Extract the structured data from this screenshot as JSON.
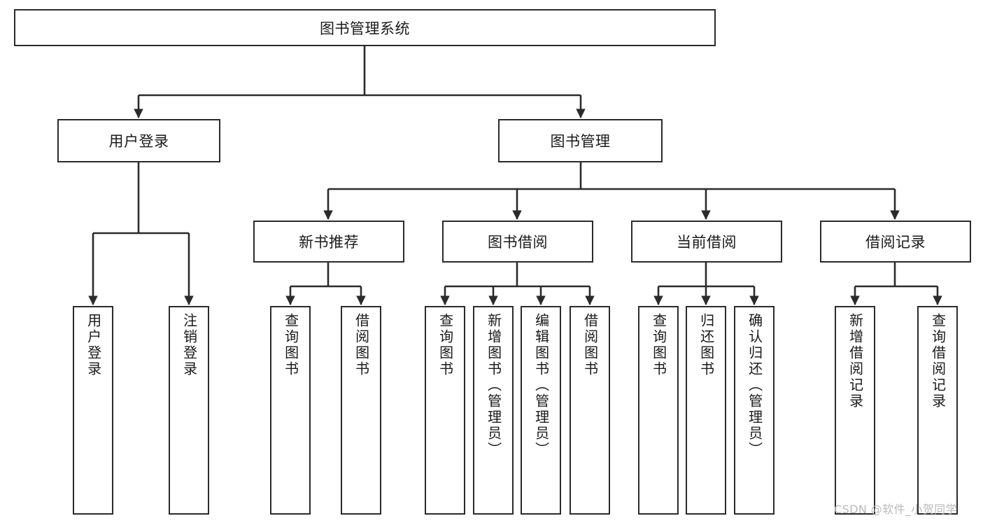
{
  "diagram": {
    "title": "图书管理系统",
    "type": "tree",
    "orientation": "top-down",
    "colors": {
      "box_border": "#2b2b2b",
      "box_fill": "#ffffff",
      "connector": "#2b2b2b",
      "text": "#1a1a1a",
      "watermark": "#b9b9b9",
      "background": "#ffffff"
    }
  },
  "root": {
    "label": "图书管理系统"
  },
  "level2": [
    {
      "label": "用户登录"
    },
    {
      "label": "图书管理"
    }
  ],
  "level3": [
    {
      "label": "新书推荐"
    },
    {
      "label": "图书借阅"
    },
    {
      "label": "当前借阅"
    },
    {
      "label": "借阅记录"
    }
  ],
  "leaves": {
    "user_login": [
      {
        "label": "用户登录"
      },
      {
        "label": "注销登录"
      }
    ],
    "new_book_recommend": [
      {
        "label": "查询图书"
      },
      {
        "label": "借阅图书"
      }
    ],
    "book_borrow": [
      {
        "label": "查询图书"
      },
      {
        "label": "新增图书（管理员）"
      },
      {
        "label": "编辑图书（管理员）"
      },
      {
        "label": "借阅图书"
      }
    ],
    "current_borrow": [
      {
        "label": "查询图书"
      },
      {
        "label": "归还图书"
      },
      {
        "label": "确认归还（管理员）"
      }
    ],
    "borrow_record": [
      {
        "label": "新增借阅记录"
      },
      {
        "label": "查询借阅记录"
      }
    ]
  },
  "watermark": {
    "text": "CSDN @软件_小贺同学"
  }
}
